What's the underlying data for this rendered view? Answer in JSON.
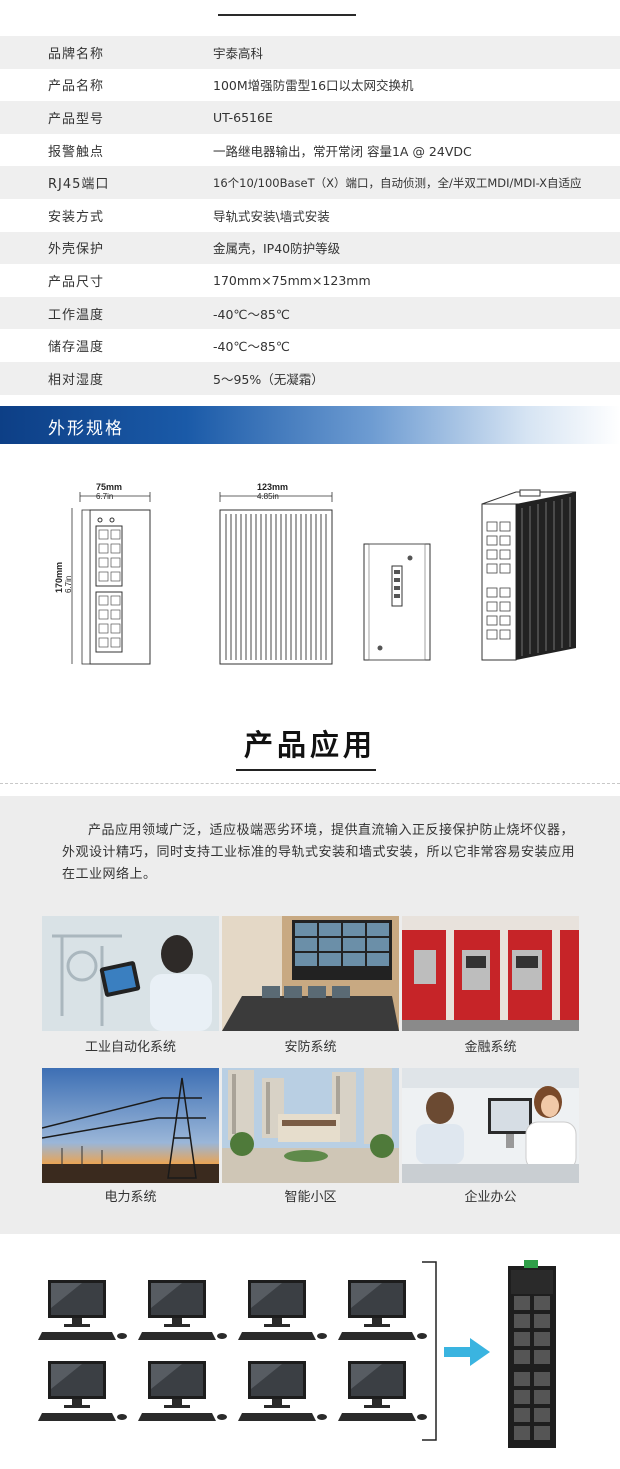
{
  "specs": [
    {
      "key": "品牌名称",
      "value": "宇泰高科"
    },
    {
      "key": "产品名称",
      "value": "100M增强防雷型16口以太网交换机"
    },
    {
      "key": "产品型号",
      "value": "UT-6516E"
    },
    {
      "key": "报警触点",
      "value": "一路继电器输出，常开常闭 容量1A @ 24VDC"
    },
    {
      "key": "RJ45端口",
      "value": "16个10/100BaseT（X）端口，自动侦测，全/半双工MDI/MDI-X自适应"
    },
    {
      "key": "安装方式",
      "value": "导轨式安装\\墙式安装"
    },
    {
      "key": "外壳保护",
      "value": "金属壳，IP40防护等级"
    },
    {
      "key": "产品尺寸",
      "value": "170mm×75mm×123mm"
    },
    {
      "key": "工作温度",
      "value": "-40℃～85℃"
    },
    {
      "key": "储存温度",
      "value": "-40℃～85℃"
    },
    {
      "key": "相对湿度",
      "value": "5～95%（无凝霜）"
    }
  ],
  "dimensions": {
    "banner": "外形规格",
    "front_width": "75mm",
    "front_width_in": "6.7in",
    "height": "170mm",
    "height_in": "6.7in",
    "side_width": "123mm",
    "side_width_in": "4.85in"
  },
  "application": {
    "title": "产品应用",
    "intro": "产品应用领域广泛，适应极端恶劣环境，提供直流输入正反接保护防止烧坏仪器，外观设计精巧，同时支持工业标准的导轨式安装和墙式安装，所以它非常容易安装应用在工业网络上。",
    "tiles": [
      {
        "caption": "工业自动化系统"
      },
      {
        "caption": "安防系统"
      },
      {
        "caption": "金融系统"
      },
      {
        "caption": "电力系统"
      },
      {
        "caption": "智能小区"
      },
      {
        "caption": "企业办公"
      }
    ]
  },
  "colors": {
    "banner": "#0d3f86",
    "panel": "#ededed"
  }
}
